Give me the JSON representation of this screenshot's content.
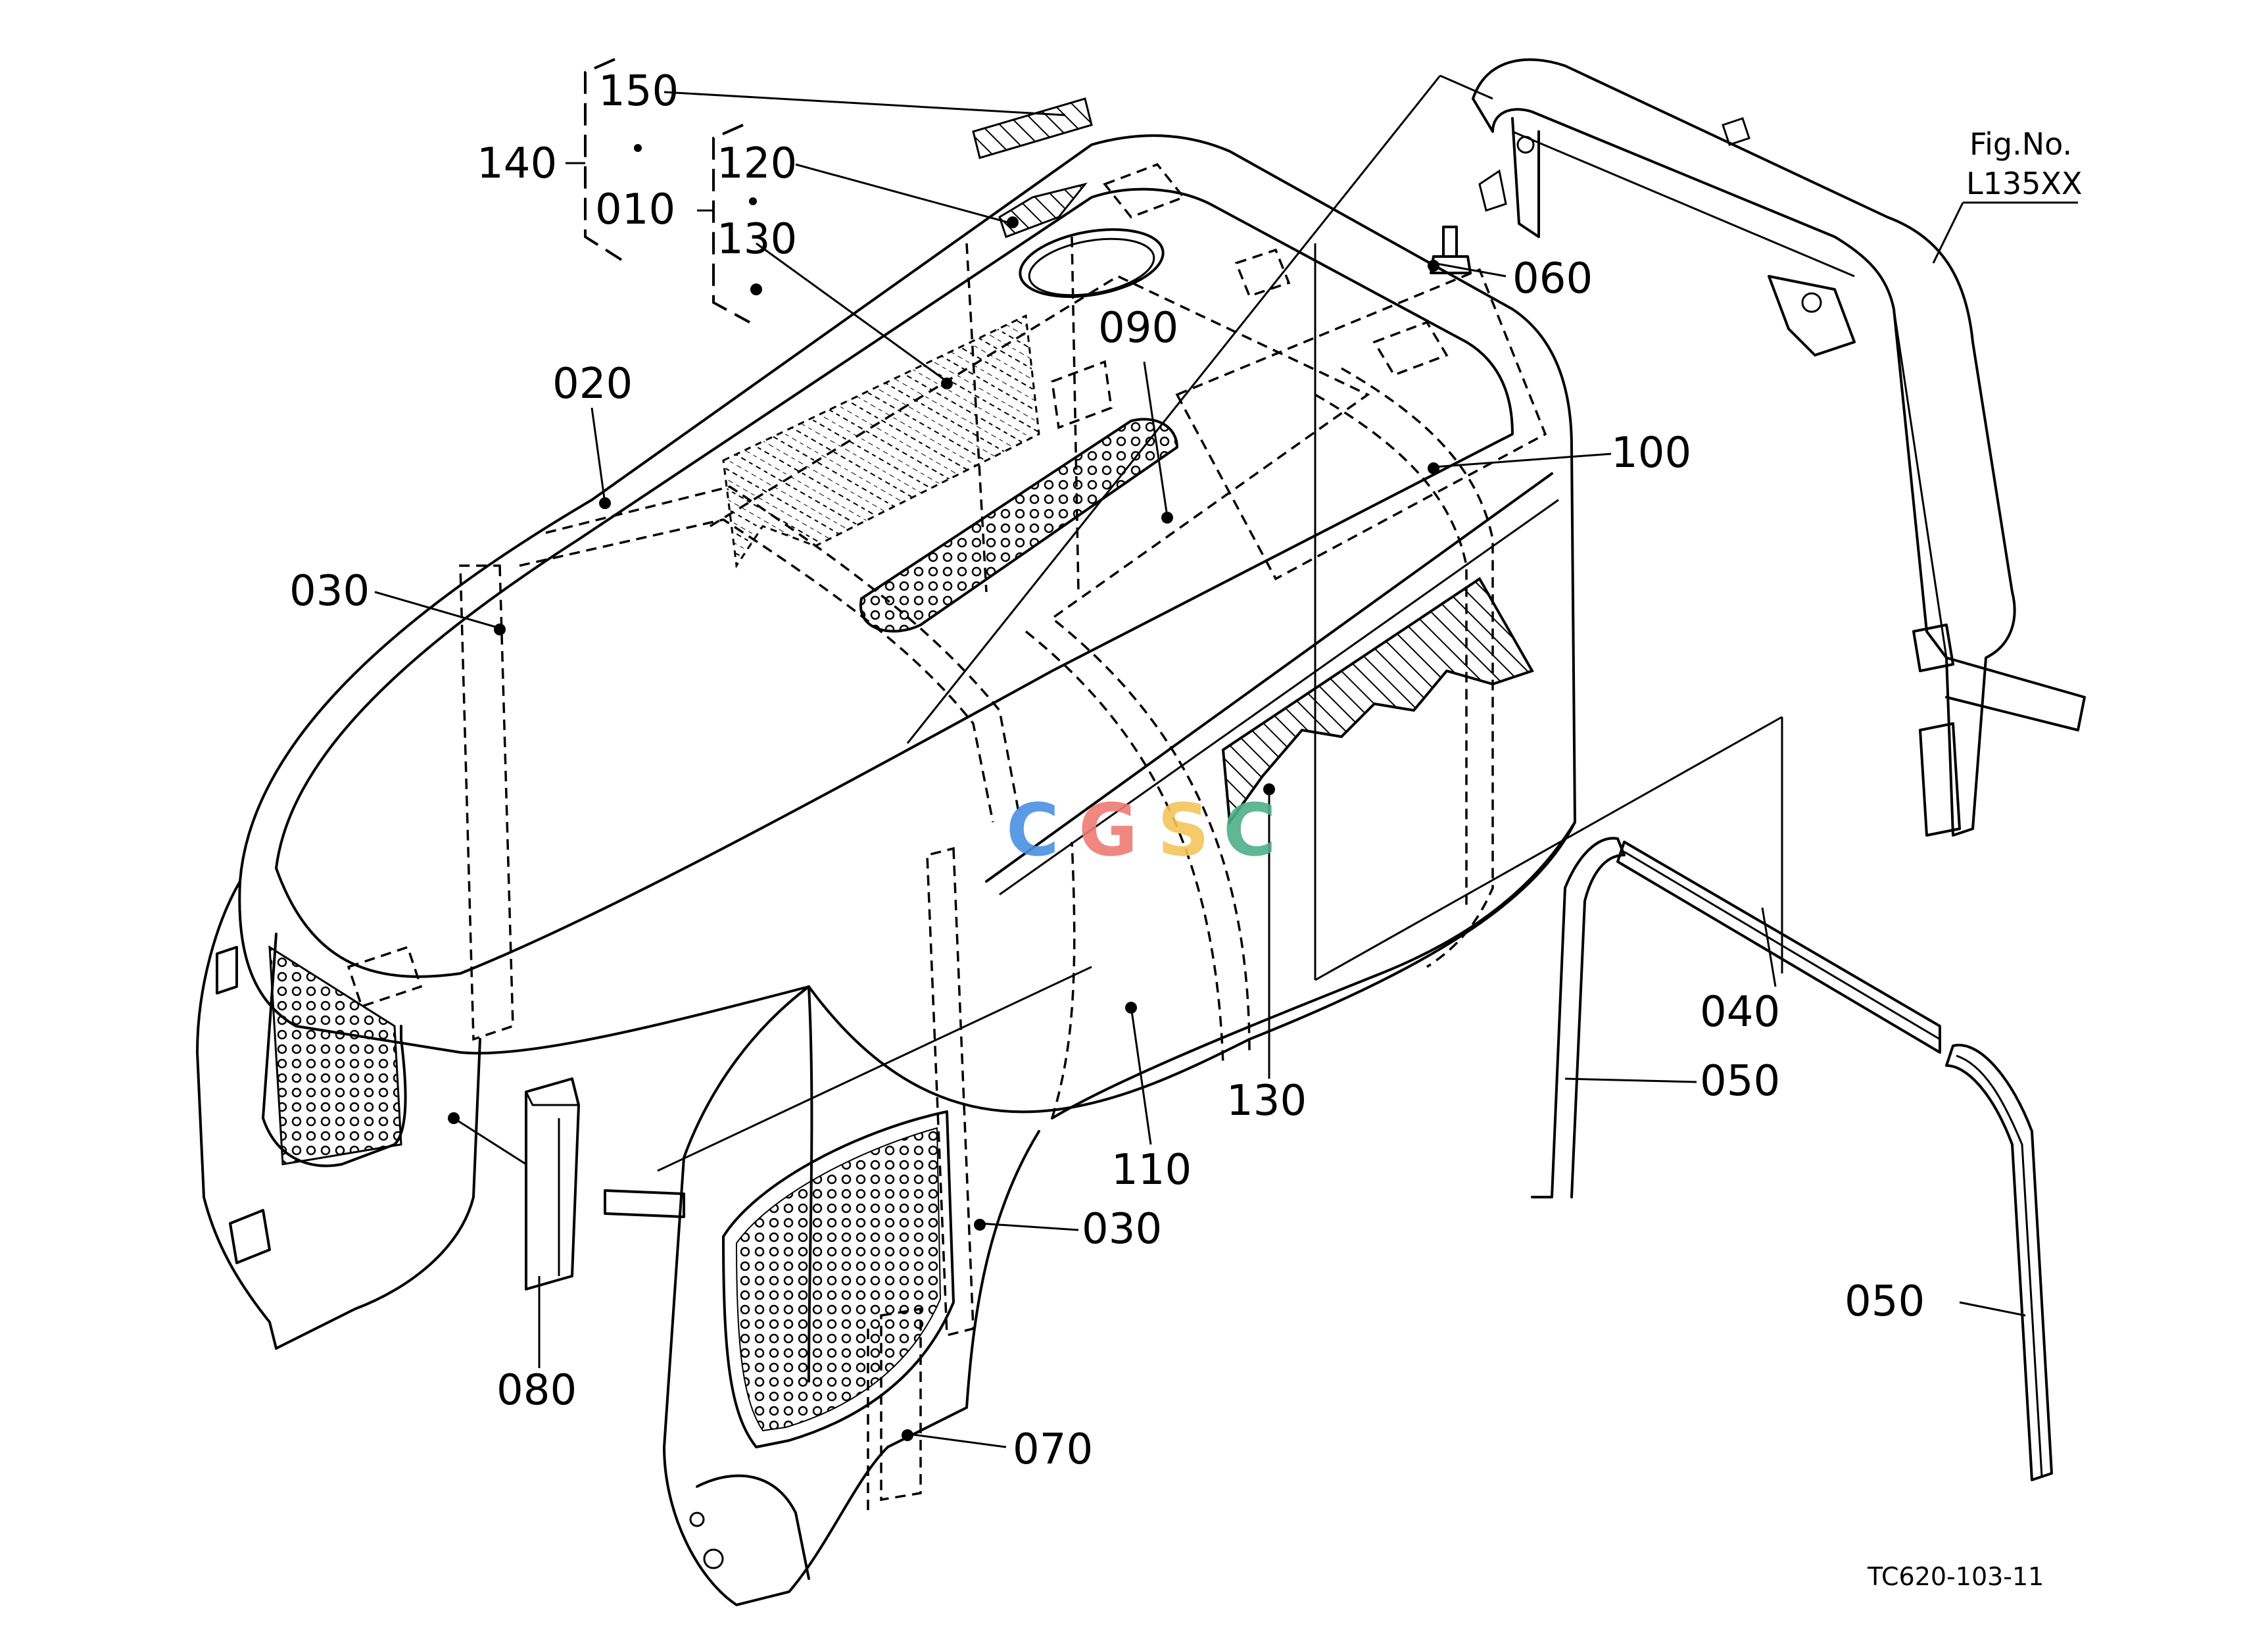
{
  "figure": {
    "fig_label": "Fig.No.",
    "fig_number": "L135XX",
    "drawing_ref": "TC620-103-11"
  },
  "watermark": {
    "letters": [
      "C",
      "G",
      "S",
      "C"
    ],
    "colors": [
      "#4a90e2",
      "#ef7b74",
      "#f3c55b",
      "#4fb08a"
    ]
  },
  "callouts": {
    "c150": "150",
    "c140": "140",
    "c010": "010",
    "c120": "120",
    "c130_top": "130",
    "c060": "060",
    "c090": "090",
    "c020": "020",
    "c100": "100",
    "c030_left": "030",
    "c040": "040",
    "c050_a": "050",
    "c130_mid": "130",
    "c110": "110",
    "c030_right": "030",
    "c050_b": "050",
    "c080": "080",
    "c070": "070"
  }
}
